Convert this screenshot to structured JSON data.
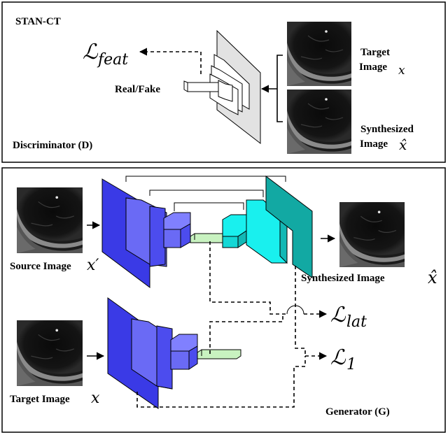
{
  "top_panel": {
    "title": "STAN-CT",
    "discriminator_label": "Discriminator (D)",
    "output_label": "Real/Fake",
    "loss_feat": {
      "base": "ℒ",
      "sub": "feat"
    },
    "target_image_label": {
      "line1": "Target",
      "line2": "Image",
      "var": "x"
    },
    "synth_image_label": {
      "line1": "Synthesized",
      "line2": "Image",
      "var": "x̂"
    }
  },
  "bottom_panel": {
    "generator_label": "Generator (G)",
    "source_image_label": {
      "text": "Source Image",
      "var": "x′"
    },
    "target_image_label": {
      "text": "Target Image",
      "var": "x"
    },
    "synth_image_label": {
      "text": "Synthesized Image",
      "var": "x̂"
    },
    "loss_lat": {
      "base": "ℒ",
      "sub": "lat"
    },
    "loss_l1": {
      "base": "ℒ",
      "sub": "1"
    }
  },
  "colors": {
    "encoder_blue": "#3a3ae6",
    "encoder_block": "#6a6af5",
    "decoder_cyan": "#19f0ee",
    "decoder_teal": "#12a9a3",
    "bottleneck_green": "#c8f2c0",
    "disc_gray": "#e2e2e2"
  },
  "icons": [
    "ct-scan-thumbnail",
    "arrow-right",
    "dashed-arrow"
  ]
}
